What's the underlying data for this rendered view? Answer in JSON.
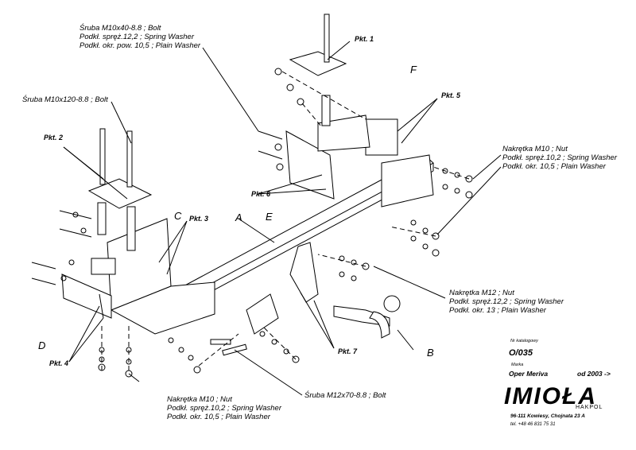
{
  "labels": {
    "bolt_top": [
      "Śruba M10x40-8.8 ;  Bolt",
      "Podkł. spręż.12,2 ; Spring Washer",
      "Podkł. okr. pow. 10,5 ; Plain Washer"
    ],
    "bolt_left": [
      "Śruba M10x120-8.8 ;  Bolt"
    ],
    "nut_right": [
      "Nakrętka  M10 ; Nut",
      "Podkł. spręż.10,2 ; Spring Washer",
      "Podkł. okr. 10,5 ; Plain Washer"
    ],
    "nut_m12": [
      "Nakrętka  M12 ; Nut",
      "Podkł. spręż.12,2 ; Spring Washer",
      "Podkł. okr. 13 ; Plain Washer"
    ],
    "nut_bottom": [
      "Nakrętka  M10 ; Nut",
      "Podkł. spręż.10,2 ; Spring Washer",
      "Podkł. okr. 10,5 ; Plain Washer"
    ],
    "bolt_m12": [
      "Śruba M12x70-8.8 ;  Bolt"
    ]
  },
  "pkt": {
    "p1": "Pkt. 1",
    "p2": "Pkt. 2",
    "p3": "Pkt. 3",
    "p4": "Pkt. 4",
    "p5": "Pkt. 5",
    "p6": "Pkt. 6",
    "p7": "Pkt. 7"
  },
  "letters": {
    "A": "A",
    "B": "B",
    "C": "C",
    "D": "D",
    "E": "E",
    "F": "F"
  },
  "info": {
    "catalog_label": "Nr katalogowy",
    "catalog_no": "O/035",
    "make_label": "Marka",
    "model": "Oper Meriva",
    "date": "od  2003 ->",
    "logo": "IMIOŁA",
    "logo_sub": "HAKPOL",
    "address": "96-111 Kowiesy, Chojnata 23 A",
    "phone": "tel. +48 46 831 75 31"
  }
}
